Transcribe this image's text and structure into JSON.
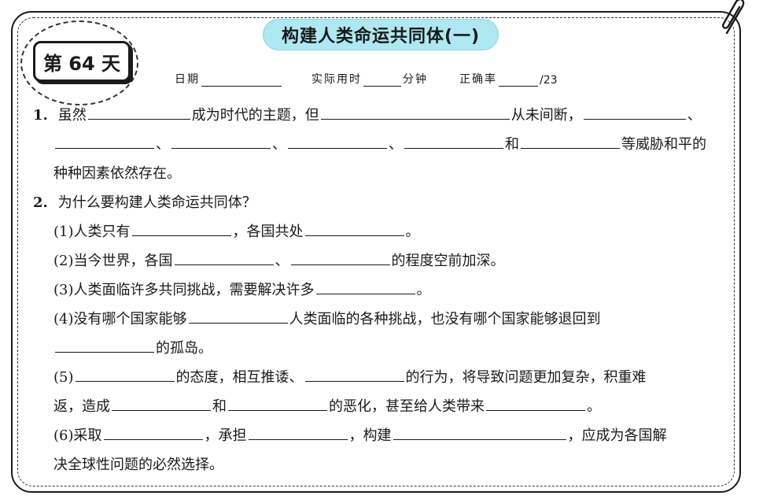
{
  "header": {
    "title": "构建人类命运共同体(一)",
    "day_badge": "第 64 天",
    "date_label": "日期",
    "time_label": "实际用时",
    "time_unit": "分钟",
    "accuracy_label": "正确率",
    "accuracy_total": "/23"
  },
  "q1": {
    "number": "1.",
    "seg1": "虽然",
    "seg2": "成为时代的主题，但",
    "seg3": "从未间断，",
    "sep1": "、",
    "sep2": "、",
    "sep3": "、",
    "sep4": "、",
    "and": "和",
    "seg4": "等威胁和平的",
    "seg5": "种种因素依然存在。"
  },
  "q2": {
    "number": "2.",
    "question": "为什么要构建人类命运共同体？",
    "p1a": "(1)人类只有",
    "p1b": "，各国共处",
    "p1c": "。",
    "p2a": "(2)当今世界，各国",
    "p2b": "、",
    "p2c": "的程度空前加深。",
    "p3a": "(3)人类面临许多共同挑战，需要解决许多",
    "p3b": "。",
    "p4a": "(4)没有哪个国家能够",
    "p4b": "人类面临的各种挑战，也没有哪个国家能够退回到",
    "p4c": "的孤岛。",
    "p5a": "(5)",
    "p5b": "的态度，相互推诿、",
    "p5c": "的行为，将导致问题更加复杂，积重难",
    "p5d": "返，造成",
    "p5e": "和",
    "p5f": "的恶化，甚至给人类带来",
    "p5g": "。",
    "p6a": "(6)采取",
    "p6b": "，承担",
    "p6c": "，构建",
    "p6d": "，应成为各国解",
    "p6e": "决全球性问题的必然选择。"
  }
}
